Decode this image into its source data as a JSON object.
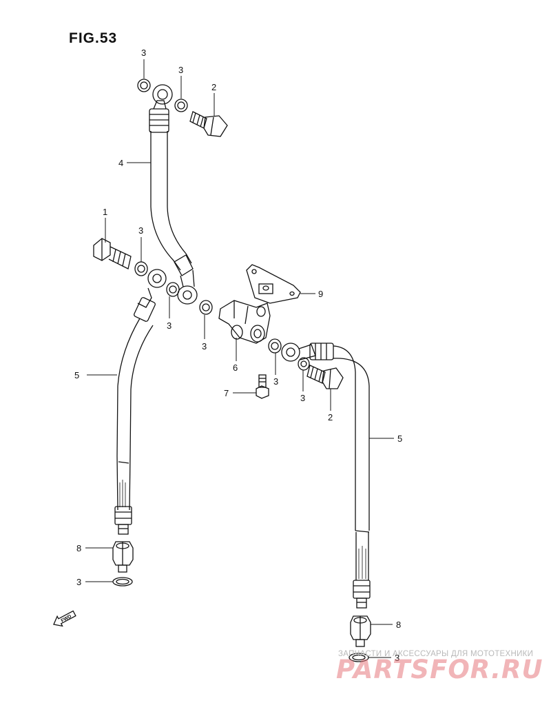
{
  "figure": {
    "title": "FIG.53"
  },
  "labels": {
    "p3a": "3",
    "p3b": "3",
    "p2a": "2",
    "p4": "4",
    "p1": "1",
    "p3c": "3",
    "p3d": "3",
    "p3e": "3",
    "p9": "9",
    "p6": "6",
    "p3f": "3",
    "p3g": "3",
    "p5a": "5",
    "p7": "7",
    "p2b": "2",
    "p5b": "5",
    "p8a": "8",
    "p3h": "3",
    "p8b": "8",
    "p3i": "3"
  },
  "fwd": "FWD",
  "watermark": {
    "tagline": "ЗАПЧАСТИ И АКСЕССУАРЫ ДЛЯ МОТОТЕХНИКИ",
    "logo": "PARTSFOR.RU"
  },
  "colors": {
    "line": "#111111",
    "watermark": "#e6787d"
  }
}
